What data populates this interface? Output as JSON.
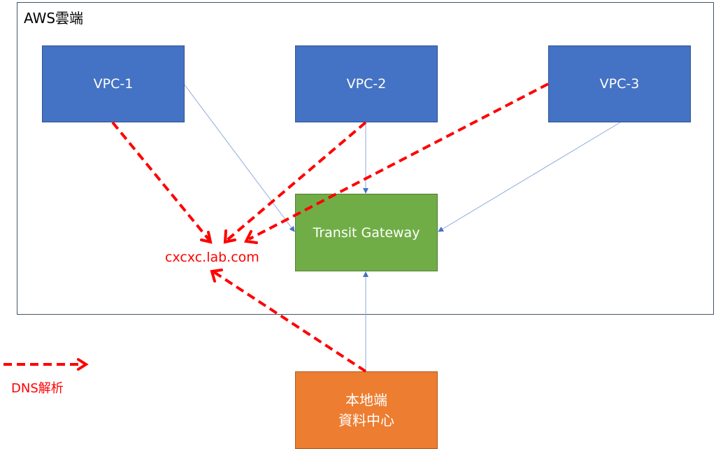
{
  "cloud": {
    "title": "AWS雲端"
  },
  "nodes": {
    "vpc1": {
      "label": "VPC-1",
      "color": "#4472c4"
    },
    "vpc2": {
      "label": "VPC-2",
      "color": "#4472c4"
    },
    "vpc3": {
      "label": "VPC-3",
      "color": "#4472c4"
    },
    "tgw": {
      "label": "Transit Gateway",
      "color": "#70ad47"
    },
    "datacenter": {
      "line1": "本地端",
      "line2": "資料中心",
      "color": "#ed7d31"
    }
  },
  "dns_target": {
    "label": "cxcxc.lab.com",
    "color": "#ff0000"
  },
  "connections": [
    {
      "from": "VPC-1",
      "to": "Transit Gateway",
      "type": "network"
    },
    {
      "from": "VPC-2",
      "to": "Transit Gateway",
      "type": "network"
    },
    {
      "from": "VPC-3",
      "to": "Transit Gateway",
      "type": "network"
    },
    {
      "from": "本地端 資料中心",
      "to": "Transit Gateway",
      "type": "network"
    },
    {
      "from": "VPC-1",
      "to": "cxcxc.lab.com",
      "type": "dns"
    },
    {
      "from": "VPC-2",
      "to": "cxcxc.lab.com",
      "type": "dns"
    },
    {
      "from": "VPC-3",
      "to": "cxcxc.lab.com",
      "type": "dns"
    },
    {
      "from": "本地端 資料中心",
      "to": "cxcxc.lab.com",
      "type": "dns"
    }
  ],
  "legend": {
    "dns_label": "DNS解析",
    "dns_color": "#ff0000",
    "network_color": "#4472c4"
  }
}
